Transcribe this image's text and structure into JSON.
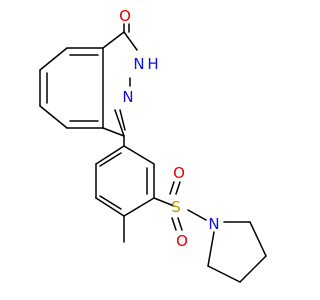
{
  "diagram": {
    "kind": "skeletal-structure",
    "colors": {
      "bond": "#000000",
      "oxygen": "#e00000",
      "nitrogen": "#1010e0",
      "sulfur": "#b0a000",
      "background": "#ffffff"
    },
    "atom_labels": {
      "carbonyl_oxygen": "O",
      "nh_nitrogen": "N",
      "nh_hydrogen": "H",
      "ring_nitrogen": "N",
      "sulfur": "S",
      "sulfonyl_oxygen_top": "O",
      "sulfonyl_oxygen_bottom": "O",
      "pyrrolidine_nitrogen": "N"
    }
  }
}
